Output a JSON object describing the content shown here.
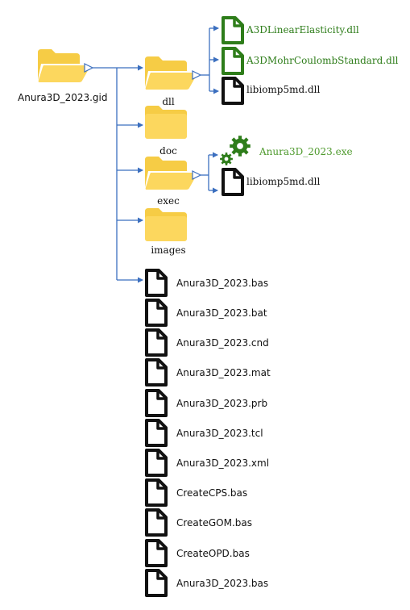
{
  "colors": {
    "folder_fill": "#FCD75E",
    "folder_tab": "#F6CC45",
    "arrow": "#3B6FBF",
    "file_default": "#111111",
    "file_highlight": "#2E7D1A",
    "text_highlight": "#4F9A2E"
  },
  "tree": {
    "root": {
      "label": "Anura3D_2023.gid",
      "icon": "folder-open-icon"
    },
    "dll": {
      "label": "dll",
      "icon": "folder-open-icon",
      "files": [
        {
          "label": "A3DLinearElasticity.dll",
          "icon": "file-icon",
          "highlight": true
        },
        {
          "label": "A3DMohrCoulombStandard.dll",
          "icon": "file-icon",
          "highlight": true
        },
        {
          "label": "libiomp5md.dll",
          "icon": "file-icon",
          "highlight": false
        }
      ]
    },
    "doc": {
      "label": "doc",
      "icon": "folder-icon"
    },
    "exec": {
      "label": "exec",
      "icon": "folder-open-icon",
      "files": [
        {
          "label": "Anura3D_2023.exe",
          "icon": "gears-icon",
          "highlight": true
        },
        {
          "label": "libiomp5md.dll",
          "icon": "file-icon",
          "highlight": false
        }
      ]
    },
    "images": {
      "label": "images",
      "icon": "folder-icon"
    },
    "root_files": [
      {
        "label": "Anura3D_2023.bas",
        "icon": "file-icon"
      },
      {
        "label": "Anura3D_2023.bat",
        "icon": "file-icon"
      },
      {
        "label": "Anura3D_2023.cnd",
        "icon": "file-icon"
      },
      {
        "label": "Anura3D_2023.mat",
        "icon": "file-icon"
      },
      {
        "label": "Anura3D_2023.prb",
        "icon": "file-icon"
      },
      {
        "label": "Anura3D_2023.tcl",
        "icon": "file-icon"
      },
      {
        "label": "Anura3D_2023.xml",
        "icon": "file-icon"
      },
      {
        "label": "CreateCPS.bas",
        "icon": "file-icon"
      },
      {
        "label": "CreateGOM.bas",
        "icon": "file-icon"
      },
      {
        "label": "CreateOPD.bas",
        "icon": "file-icon"
      },
      {
        "label": "Anura3D_2023.bas",
        "icon": "file-icon"
      }
    ]
  }
}
